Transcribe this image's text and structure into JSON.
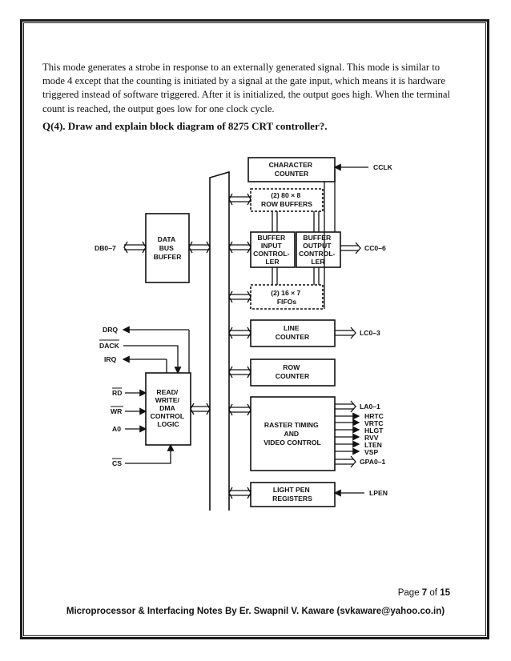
{
  "paragraph": "This mode generates a strobe in response to an externally generated signal. This mode is similar to mode 4 except that the counting is initiated by a signal at the gate input, which means it is hardware triggered instead of software triggered. After it is initialized, the output goes high. When the terminal count is reached, the output goes low for one clock cycle.",
  "question": "Q(4). Draw and explain block diagram of 8275 CRT controller?.",
  "diagram": {
    "blocks": {
      "character_counter": [
        "CHARACTER",
        "COUNTER"
      ],
      "row_buffers": [
        "(2) 80 × 8",
        "ROW BUFFERS"
      ],
      "buffer_input": [
        "BUFFER",
        "INPUT",
        "CONTROL-",
        "LER"
      ],
      "buffer_output": [
        "BUFFER",
        "OUTPUT",
        "CONTROL-",
        "LER"
      ],
      "fifos": [
        "(2) 16 × 7",
        "FIFOs"
      ],
      "line_counter": [
        "LINE",
        "COUNTER"
      ],
      "row_counter": [
        "ROW",
        "COUNTER"
      ],
      "raster": [
        "RASTER TIMING",
        "AND",
        "VIDEO CONTROL"
      ],
      "light_pen": [
        "LIGHT PEN",
        "REGISTERS"
      ],
      "data_bus": [
        "DATA",
        "BUS",
        "BUFFER"
      ],
      "rw_dma": [
        "READ/",
        "WRITE/",
        "DMA",
        "CONTROL",
        "LOGIC"
      ]
    },
    "signals": {
      "cclk": "CCLK",
      "cc": "CC0–6",
      "lc": "LC0–3",
      "la": "LA0–1",
      "raster_outputs": [
        "HRTC",
        "VRTC",
        "HLGT",
        "RVV",
        "LTEN",
        "VSP"
      ],
      "gpa": "GPA0–1",
      "lpen": "LPEN",
      "db": "DB0–7",
      "drq": "DRQ",
      "dack": "DACK",
      "irq": "IRQ",
      "rd": "RD",
      "wr": "WR",
      "a0": "A0",
      "cs": "CS"
    }
  },
  "page": {
    "label": "Page",
    "current": "7",
    "of": "of",
    "total": "15"
  },
  "footer": "Microprocessor & Interfacing Notes By Er. Swapnil V. Kaware (svkaware@yahoo.co.in)"
}
